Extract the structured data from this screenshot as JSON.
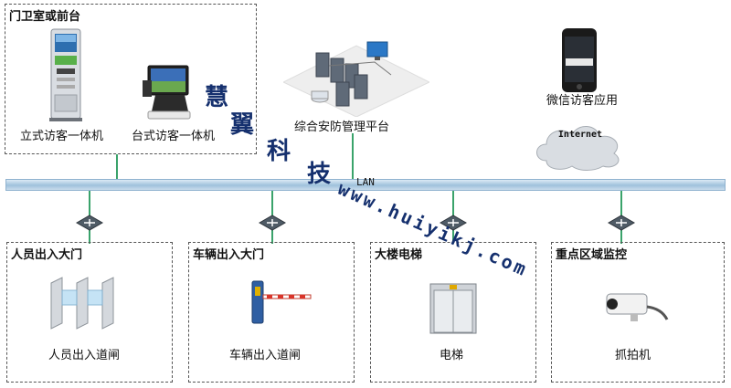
{
  "top_box": {
    "title": "门卫室或前台",
    "kiosk_standing": "立式访客一体机",
    "kiosk_desktop": "台式访客一体机"
  },
  "platform": {
    "label": "综合安防管理平台"
  },
  "mobile": {
    "label": "微信访客应用",
    "cloud": "Internet"
  },
  "network": {
    "label": "LAN"
  },
  "zones": [
    {
      "title": "人员出入大门",
      "device": "人员出入道闸"
    },
    {
      "title": "车辆出入大门",
      "device": "车辆出入道闸"
    },
    {
      "title": "大楼电梯",
      "device": "电梯"
    },
    {
      "title": "重点区域监控",
      "device": "抓拍机"
    }
  ],
  "watermark": {
    "chars": [
      "慧",
      "翼",
      "科",
      "技"
    ],
    "url": "www.huiyikj.com"
  },
  "colors": {
    "link": "#3aa36b",
    "lan": "#9fc1dc",
    "watermark": "#15306e"
  }
}
